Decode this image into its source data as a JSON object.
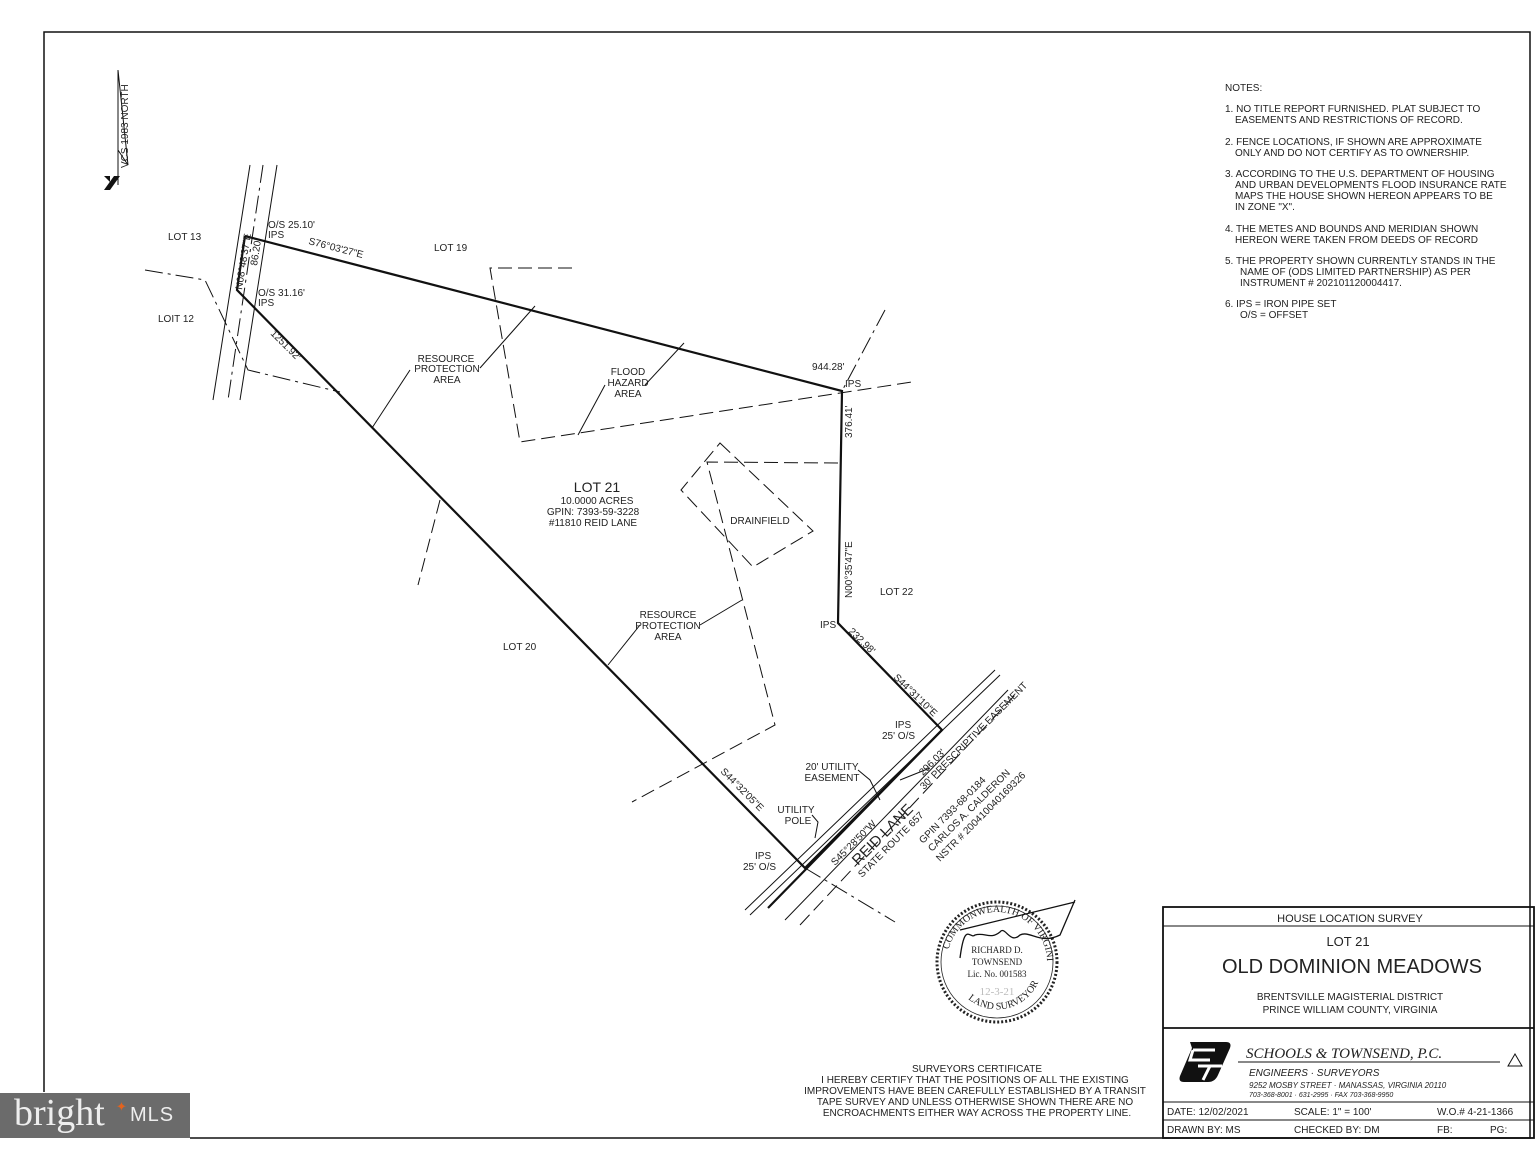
{
  "north_arrow": {
    "label": "VCS 1983 NORTH"
  },
  "lots": {
    "lot13": "LOT 13",
    "lot12": "LOIT 12",
    "lot19": "LOT 19",
    "lot20": "LOT 20",
    "lot22": "LOT 22"
  },
  "subject_lot": {
    "name": "LOT 21",
    "acres": "10.0000 ACRES",
    "gpin": "GPIN: 7393-59-3228",
    "address": "#11810 REID LANE"
  },
  "bearings": {
    "north_west": "N08°48'37\"E",
    "north_west_dist": "86.20'",
    "top": "S76°03'27\"E",
    "top_dist": "944.28'",
    "east": "N00°35'47\"E",
    "east_dist": "376.41'",
    "southeast": "S44°31'10\"E",
    "southeast_dist": "232.98'",
    "road": "S45°28'50\"W",
    "road_dist": "296.03'",
    "west": "S44°32'05\"E",
    "west_dist": "1251.92'"
  },
  "markers": {
    "os1": "O/S 25.10'",
    "ips1": "IPS",
    "os2": "O/S 31.16'",
    "ips2": "IPS",
    "ips3": "IPS",
    "ips4": "IPS",
    "ips5": "IPS",
    "os5": "25' O/S",
    "ips6": "IPS",
    "os6": "25' O/S"
  },
  "areas": {
    "rpa1": [
      "RESOURCE",
      "PROTECTION",
      "AREA"
    ],
    "flood": [
      "FLOOD",
      "HAZARD",
      "AREA"
    ],
    "rpa2": [
      "RESOURCE",
      "PROTECTION",
      "AREA"
    ],
    "drainfield": "DRAINFIELD",
    "utility_easement": [
      "20' UTILITY",
      "EASEMENT"
    ],
    "utility_pole": [
      "UTILITY",
      "POLE"
    ],
    "prescriptive": "30' PRESCRIPTIVE EASEMENT"
  },
  "road": {
    "name": "REID LANE",
    "route": "STATE ROUTE 657"
  },
  "adjoiner": [
    "GPIN 7393-68-0184",
    "CARLOS A. CALDERON",
    "NSTR # 200410040169326"
  ],
  "notes": {
    "title": "NOTES:",
    "items": [
      [
        "1. NO TITLE REPORT FURNISHED. PLAT SUBJECT TO",
        "EASEMENTS AND RESTRICTIONS OF RECORD."
      ],
      [
        "2. FENCE LOCATIONS, IF SHOWN ARE APPROXIMATE",
        "ONLY AND DO NOT CERTIFY AS TO OWNERSHIP."
      ],
      [
        "3. ACCORDING TO THE U.S. DEPARTMENT OF HOUSING",
        "AND URBAN DEVELOPMENTS FLOOD INSURANCE RATE",
        "MAPS THE HOUSE SHOWN HEREON APPEARS TO BE",
        "IN ZONE \"X\"."
      ],
      [
        "4. THE METES AND BOUNDS AND MERIDIAN SHOWN",
        "HEREON WERE TAKEN FROM DEEDS OF RECORD"
      ],
      [
        "5. THE PROPERTY SHOWN CURRENTLY STANDS  IN THE",
        "NAME OF (ODS LIMITED PARTNERSHIP) AS PER",
        "INSTRUMENT # 202101120004417."
      ],
      [
        "6. IPS = IRON PIPE SET",
        "O/S = OFFSET"
      ]
    ]
  },
  "seal": {
    "ring_top": "COMMONWEALTH OF VIRGINIA",
    "ring_bottom": "LAND SURVEYOR",
    "name1": "RICHARD D.",
    "name2": "TOWNSEND",
    "license": "Lic. No. 001583",
    "date": "12-3-21"
  },
  "certificate": {
    "title": "SURVEYORS CERTIFICATE",
    "lines": [
      "I HEREBY CERTIFY THAT THE POSITIONS OF ALL THE EXISTING",
      "IMPROVEMENTS HAVE BEEN CAREFULLY ESTABLISHED BY A TRANSIT",
      "TAPE SURVEY AND UNLESS OTHERWISE SHOWN THERE ARE NO",
      "ENCROACHMENTS EITHER WAY ACROSS THE PROPERTY LINE."
    ]
  },
  "title_block": {
    "header": "HOUSE LOCATION SURVEY",
    "lot": "LOT 21",
    "subdivision": "OLD DOMINION MEADOWS",
    "district": "BRENTSVILLE MAGISTERIAL DISTRICT",
    "county": "PRINCE WILLIAM COUNTY, VIRGINIA",
    "firm": "SCHOOLS & TOWNSEND, P.C.",
    "firm_sub": "ENGINEERS  ·  SURVEYORS",
    "address": "9252 MOSBY STREET · MANASSAS, VIRGINIA 20110",
    "phones": "703-368-8001 · 631-2995 · FAX 703-368-9950",
    "logo_text": "ST",
    "date": "DATE: 12/02/2021",
    "scale": "SCALE:   1\" = 100'",
    "wo": "W.O.# 4-21-1366",
    "drawn": "DRAWN BY: MS",
    "checked": "CHECKED BY:  DM",
    "fb": "FB:",
    "pg": "PG:"
  },
  "watermark": {
    "brand": "bright",
    "suffix": "MLS",
    "accent": "#e2631e"
  }
}
